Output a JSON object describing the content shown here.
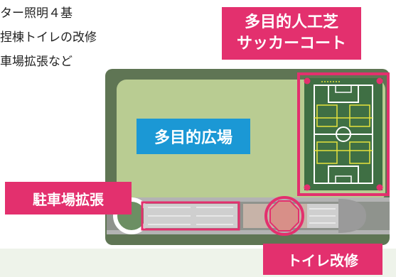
{
  "bullets": [
    "ター照明４基",
    "捏棟トイレの改修",
    "車場拡張など"
  ],
  "labels": {
    "soccer_line1": "多目的人工芝",
    "soccer_line2": "サッカーコート",
    "plaza": "多目的広場",
    "parking": "駐車場拡張",
    "toilet": "トイレ改修"
  },
  "colors": {
    "highlight": "#e3306e",
    "plaza_label": "#1b98d5",
    "grass": "#b9cc92",
    "frame": "#5f7554",
    "road": "#b3b3b3"
  }
}
